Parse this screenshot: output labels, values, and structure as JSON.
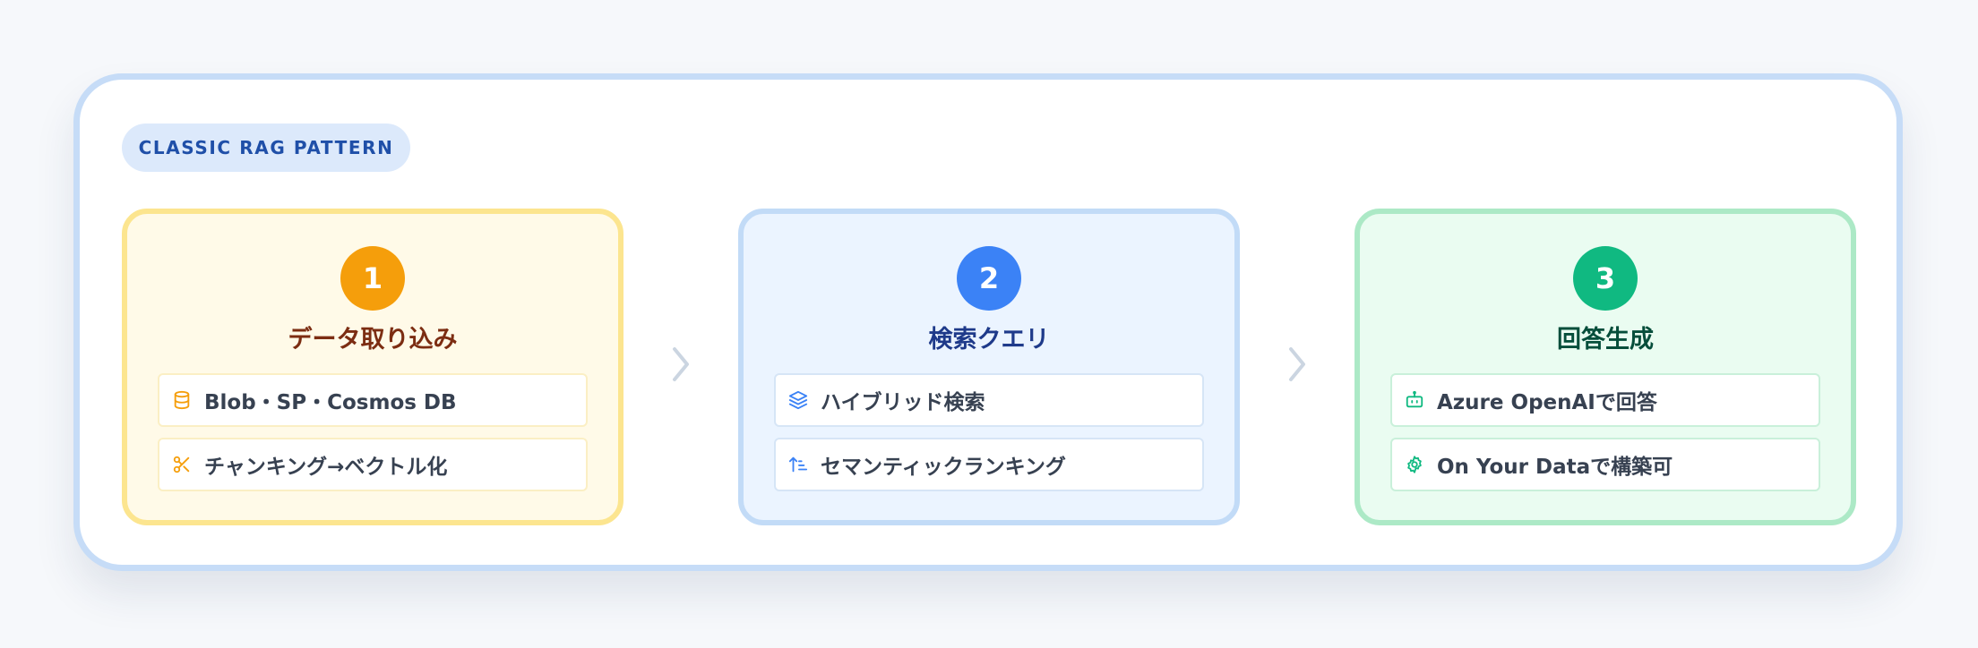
{
  "badge": {
    "label": "CLASSIC RAG PATTERN"
  },
  "steps": [
    {
      "number": "1",
      "title": "データ取り込み",
      "accent": "#f59e0b",
      "items": [
        {
          "icon": "database-icon",
          "text": "Blob・SP・Cosmos DB"
        },
        {
          "icon": "scissors-icon",
          "text": "チャンキング→ベクトル化"
        }
      ]
    },
    {
      "number": "2",
      "title": "検索クエリ",
      "accent": "#3b82f6",
      "items": [
        {
          "icon": "layers-icon",
          "text": "ハイブリッド検索"
        },
        {
          "icon": "sort-ascending-icon",
          "text": "セマンティックランキング"
        }
      ]
    },
    {
      "number": "3",
      "title": "回答生成",
      "accent": "#10b981",
      "items": [
        {
          "icon": "bot-icon",
          "text": "Azure OpenAIで回答"
        },
        {
          "icon": "gear-icon",
          "text": "On Your Dataで構築可"
        }
      ]
    }
  ],
  "colors": {
    "card_border": "#c6dcf7",
    "badge_bg": "#dce9fb",
    "badge_text": "#1f4fa8",
    "arrow": "#cbd5e1"
  }
}
